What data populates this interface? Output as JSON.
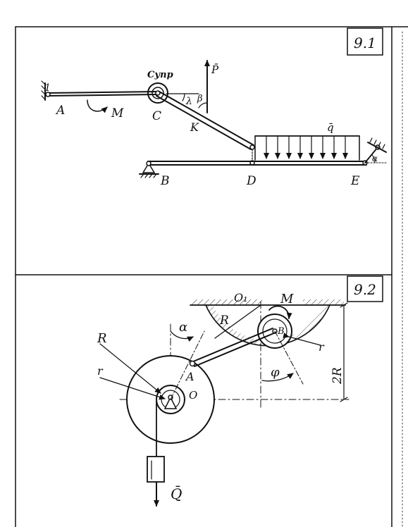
{
  "problem_9_1": {
    "number": "9.1",
    "labels": {
      "A": "A",
      "M": "M",
      "C_spring": "Cупр",
      "C": "C",
      "K": "K",
      "lambda": "λ",
      "beta": "β",
      "P": "P̄",
      "q": "q̄",
      "B": "B",
      "D": "D",
      "E": "E",
      "alpha": "α"
    }
  },
  "problem_9_2": {
    "number": "9.2",
    "labels": {
      "O1": "O₁",
      "M": "M",
      "R_big": "R",
      "R_small": "R",
      "B": "B",
      "r_right": "r",
      "r_left": "r",
      "alpha": "α",
      "A": "A",
      "O": "O",
      "phi": "φ",
      "height_2R": "2R",
      "Q": "Q̄"
    }
  }
}
